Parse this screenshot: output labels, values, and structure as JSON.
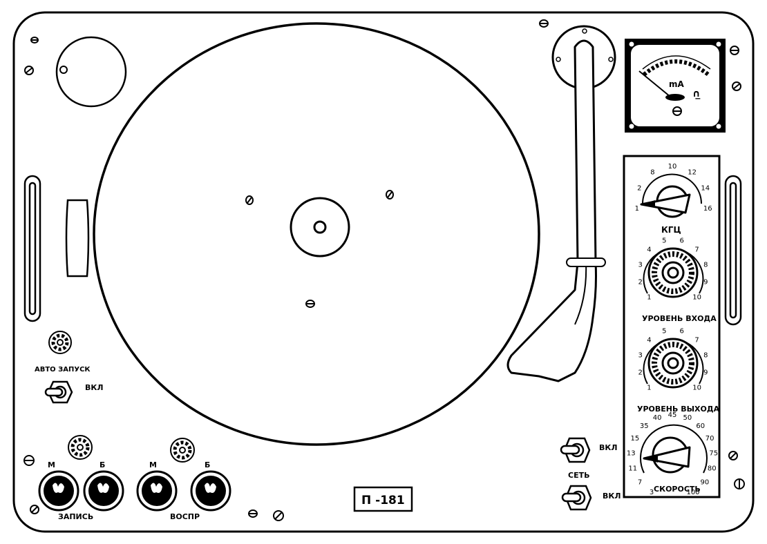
{
  "device": {
    "model_label": "П -181"
  },
  "labels": {
    "auto_start": "АВТО ЗАПУСК",
    "auto_start_on": "ВКЛ",
    "record": "ЗАПИСЬ",
    "playback": "ВОСПР",
    "record_m": "М",
    "record_b": "Б",
    "playback_m": "М",
    "playback_b": "Б",
    "top_switch_on": "ВКЛ",
    "power": "СЕТЬ",
    "power_on": "ВКЛ"
  },
  "meter": {
    "unit": "mA",
    "symbol": "∩̲"
  },
  "panel": {
    "khz": {
      "label": "КГЦ",
      "ticks": [
        "1",
        "2",
        "8",
        "10",
        "12",
        "14",
        "16"
      ]
    },
    "input_level": {
      "label": "УРОВЕНЬ ВХОДА",
      "ticks": [
        "1",
        "2",
        "3",
        "4",
        "5",
        "6",
        "7",
        "8",
        "9",
        "10"
      ]
    },
    "output_level": {
      "label": "УРОВЕНЬ ВЫХОДА",
      "ticks": [
        "1",
        "2",
        "3",
        "4",
        "5",
        "6",
        "7",
        "8",
        "9",
        "10"
      ]
    },
    "speed": {
      "label": "СКОРОСТЬ",
      "ticks": [
        "3",
        "7",
        "11",
        "13",
        "15",
        "35",
        "40",
        "45",
        "50",
        "60",
        "70",
        "75",
        "80",
        "90",
        "100"
      ]
    }
  }
}
